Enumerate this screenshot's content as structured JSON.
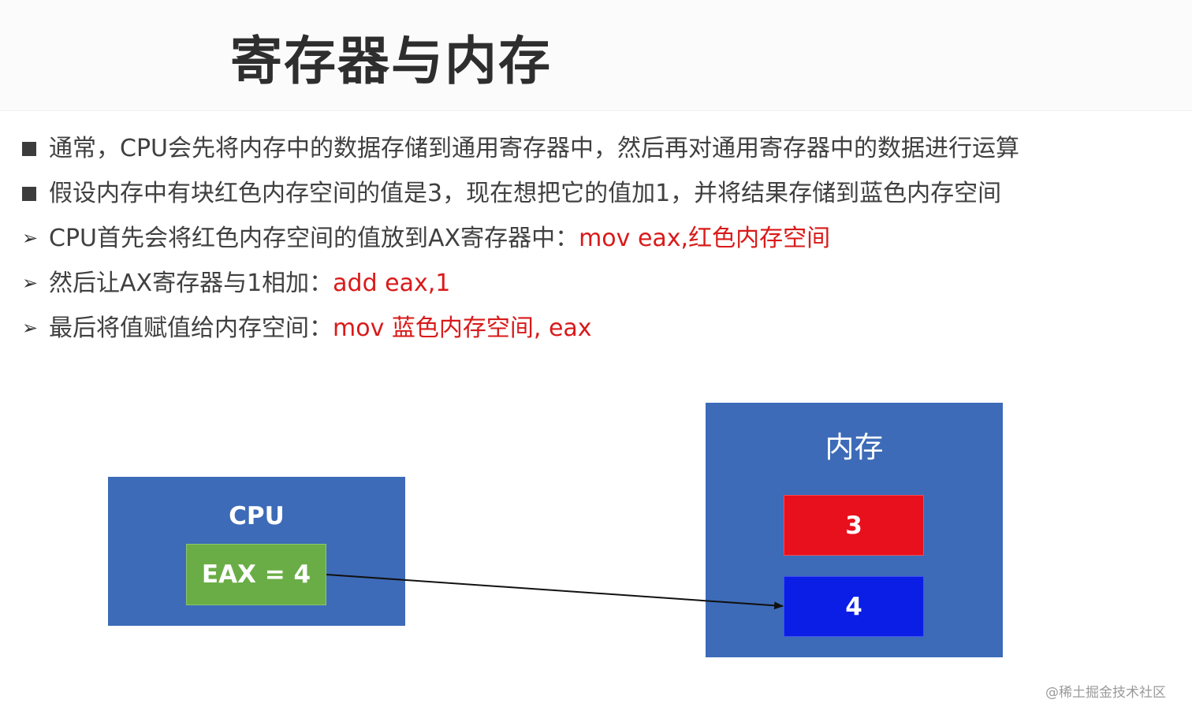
{
  "slide": {
    "title": "寄存器与内存",
    "bullets": [
      {
        "marker": "square",
        "text": "通常，CPU会先将内存中的数据存储到通用寄存器中，然后再对通用寄存器中的数据进行运算",
        "code": ""
      },
      {
        "marker": "square",
        "text": "假设内存中有块红色内存空间的值是3，现在想把它的值加1，并将结果存储到蓝色内存空间",
        "code": ""
      },
      {
        "marker": "arrow",
        "text": "CPU首先会将红色内存空间的值放到AX寄存器中：",
        "code": "mov eax,红色内存空间"
      },
      {
        "marker": "arrow",
        "text": "然后让AX寄存器与1相加：",
        "code": "add eax,1"
      },
      {
        "marker": "arrow",
        "text": "最后将值赋值给内存空间：",
        "code": "mov 蓝色内存空间, eax"
      }
    ]
  },
  "diagram": {
    "cpu_label": "CPU",
    "register_label": "EAX = 4",
    "memory_label": "内存",
    "red_cell_value": "3",
    "blue_cell_value": "4"
  },
  "colors": {
    "box_blue": "#3d6bb8",
    "register_green": "#6aad46",
    "cell_red": "#e8101c",
    "cell_blue": "#0a1ee6",
    "code_red": "#d91a1a"
  },
  "watermark": "@稀土掘金技术社区"
}
